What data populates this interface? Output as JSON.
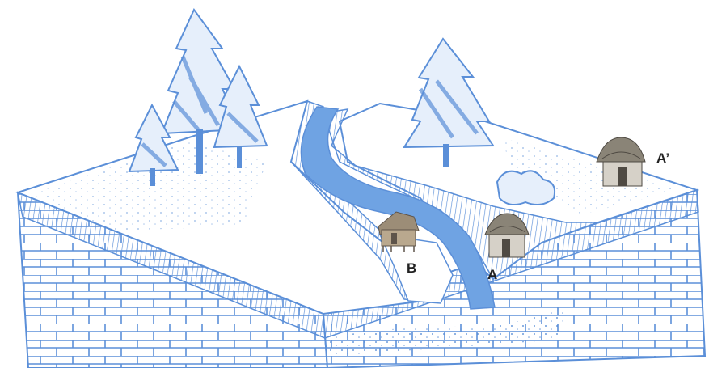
{
  "colors": {
    "line": "#5b8fd8",
    "fill_light": "#e6effb",
    "river": "#6fa3e3",
    "hut_thatch": "#8a8477",
    "hut_house": "#b9a88e",
    "label": "#222222"
  },
  "labels": {
    "b": "B",
    "a": "A",
    "a_prime": "A’"
  },
  "icons": [
    "tree-icon",
    "hut-icon",
    "house-icon"
  ]
}
